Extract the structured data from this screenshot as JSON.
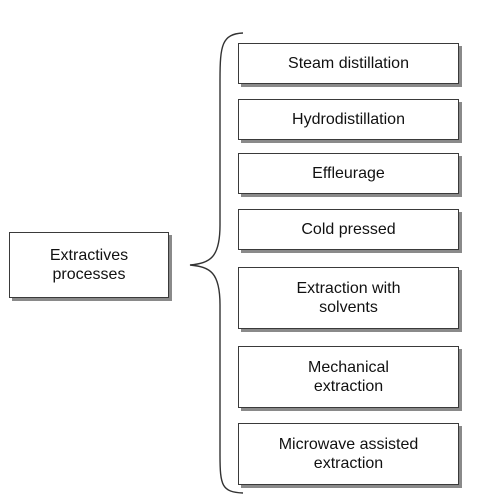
{
  "root": {
    "label": "Extractives\nprocesses"
  },
  "items": [
    {
      "label": "Steam distillation"
    },
    {
      "label": "Hydrodistillation"
    },
    {
      "label": "Effleurage"
    },
    {
      "label": "Cold pressed"
    },
    {
      "label": "Extraction with\nsolvents"
    },
    {
      "label": "Mechanical\nextraction"
    },
    {
      "label": "Microwave assisted\nextraction"
    }
  ]
}
